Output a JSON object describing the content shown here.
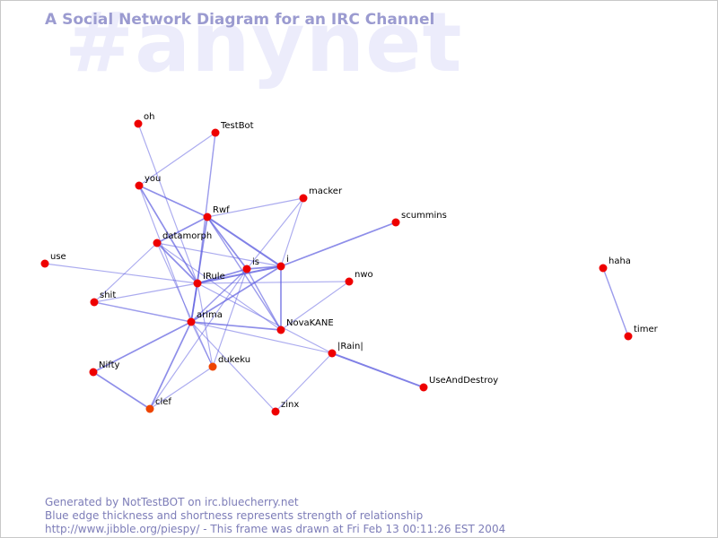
{
  "channel_watermark": "#anynet",
  "title": "A Social Network Diagram for an IRC Channel",
  "footer": {
    "line1": "Generated by NotTestBOT on irc.bluecherry.net",
    "line2": "Blue edge thickness and shortness represents strength of relationship",
    "line3": "http://www.jibble.org/piespy/ - This frame was drawn at Fri Feb 13 00:11:26 EST 2004"
  },
  "colors": {
    "node": "#ee0000",
    "node_recent": "#ee4400",
    "edge": "#6060e0",
    "title": "#9b9bd0",
    "watermark": "#ececfb"
  },
  "nodes": [
    {
      "id": "oh",
      "label": "oh"
    },
    {
      "id": "TestBot",
      "label": "TestBot"
    },
    {
      "id": "you",
      "label": "you"
    },
    {
      "id": "macker",
      "label": "macker"
    },
    {
      "id": "Rwf",
      "label": "Rwf"
    },
    {
      "id": "scummins",
      "label": "scummins"
    },
    {
      "id": "datamorph",
      "label": "datamorph"
    },
    {
      "id": "is",
      "label": "is"
    },
    {
      "id": "i",
      "label": "i"
    },
    {
      "id": "use",
      "label": "use"
    },
    {
      "id": "nwo",
      "label": "nwo"
    },
    {
      "id": "IRule",
      "label": "IRule"
    },
    {
      "id": "shit",
      "label": "shit"
    },
    {
      "id": "arima",
      "label": "arima"
    },
    {
      "id": "NovaKANE",
      "label": "NovaKANE"
    },
    {
      "id": "Rain",
      "label": "|Rain|"
    },
    {
      "id": "Nifty",
      "label": "Nifty"
    },
    {
      "id": "dukeku",
      "label": "dukeku"
    },
    {
      "id": "UseAndDestroy",
      "label": "UseAndDestroy"
    },
    {
      "id": "clef",
      "label": "clef"
    },
    {
      "id": "zinx",
      "label": "zinx"
    },
    {
      "id": "haha",
      "label": "haha"
    },
    {
      "id": "timer",
      "label": "timer"
    }
  ],
  "edges": [
    {
      "from": "oh",
      "to": "IRule",
      "weight": 1
    },
    {
      "from": "TestBot",
      "to": "you",
      "weight": 1
    },
    {
      "from": "TestBot",
      "to": "IRule",
      "weight": 1.5
    },
    {
      "from": "you",
      "to": "Rwf",
      "weight": 2
    },
    {
      "from": "you",
      "to": "IRule",
      "weight": 2
    },
    {
      "from": "you",
      "to": "arima",
      "weight": 1
    },
    {
      "from": "Rwf",
      "to": "macker",
      "weight": 1
    },
    {
      "from": "Rwf",
      "to": "datamorph",
      "weight": 2
    },
    {
      "from": "Rwf",
      "to": "i",
      "weight": 2.5
    },
    {
      "from": "Rwf",
      "to": "is",
      "weight": 2
    },
    {
      "from": "Rwf",
      "to": "arima",
      "weight": 2
    },
    {
      "from": "Rwf",
      "to": "NovaKANE",
      "weight": 1.5
    },
    {
      "from": "macker",
      "to": "is",
      "weight": 1
    },
    {
      "from": "macker",
      "to": "i",
      "weight": 1
    },
    {
      "from": "scummins",
      "to": "i",
      "weight": 2
    },
    {
      "from": "datamorph",
      "to": "IRule",
      "weight": 2
    },
    {
      "from": "datamorph",
      "to": "i",
      "weight": 1
    },
    {
      "from": "datamorph",
      "to": "shit",
      "weight": 1
    },
    {
      "from": "datamorph",
      "to": "dukeku",
      "weight": 1
    },
    {
      "from": "datamorph",
      "to": "NovaKANE",
      "weight": 1
    },
    {
      "from": "is",
      "to": "i",
      "weight": 2
    },
    {
      "from": "is",
      "to": "IRule",
      "weight": 2
    },
    {
      "from": "is",
      "to": "arima",
      "weight": 1.5
    },
    {
      "from": "is",
      "to": "NovaKANE",
      "weight": 1.5
    },
    {
      "from": "is",
      "to": "dukeku",
      "weight": 1
    },
    {
      "from": "is",
      "to": "clef",
      "weight": 1
    },
    {
      "from": "i",
      "to": "IRule",
      "weight": 2.5
    },
    {
      "from": "i",
      "to": "arima",
      "weight": 2
    },
    {
      "from": "i",
      "to": "NovaKANE",
      "weight": 2
    },
    {
      "from": "use",
      "to": "IRule",
      "weight": 1
    },
    {
      "from": "nwo",
      "to": "IRule",
      "weight": 1
    },
    {
      "from": "IRule",
      "to": "shit",
      "weight": 1
    },
    {
      "from": "IRule",
      "to": "arima",
      "weight": 2
    },
    {
      "from": "IRule",
      "to": "dukeku",
      "weight": 1
    },
    {
      "from": "IRule",
      "to": "Rain",
      "weight": 1
    },
    {
      "from": "shit",
      "to": "arima",
      "weight": 1.5
    },
    {
      "from": "arima",
      "to": "NovaKANE",
      "weight": 2
    },
    {
      "from": "arima",
      "to": "Nifty",
      "weight": 2
    },
    {
      "from": "arima",
      "to": "clef",
      "weight": 2
    },
    {
      "from": "arima",
      "to": "zinx",
      "weight": 1
    },
    {
      "from": "arima",
      "to": "dukeku",
      "weight": 1
    },
    {
      "from": "Nifty",
      "to": "clef",
      "weight": 2
    },
    {
      "from": "clef",
      "to": "dukeku",
      "weight": 1
    },
    {
      "from": "NovaKANE",
      "to": "nwo",
      "weight": 1
    },
    {
      "from": "Rain",
      "to": "UseAndDestroy",
      "weight": 2.5
    },
    {
      "from": "Rain",
      "to": "zinx",
      "weight": 1
    },
    {
      "from": "Rain",
      "to": "arima",
      "weight": 1
    },
    {
      "from": "haha",
      "to": "timer",
      "weight": 1.5
    }
  ]
}
